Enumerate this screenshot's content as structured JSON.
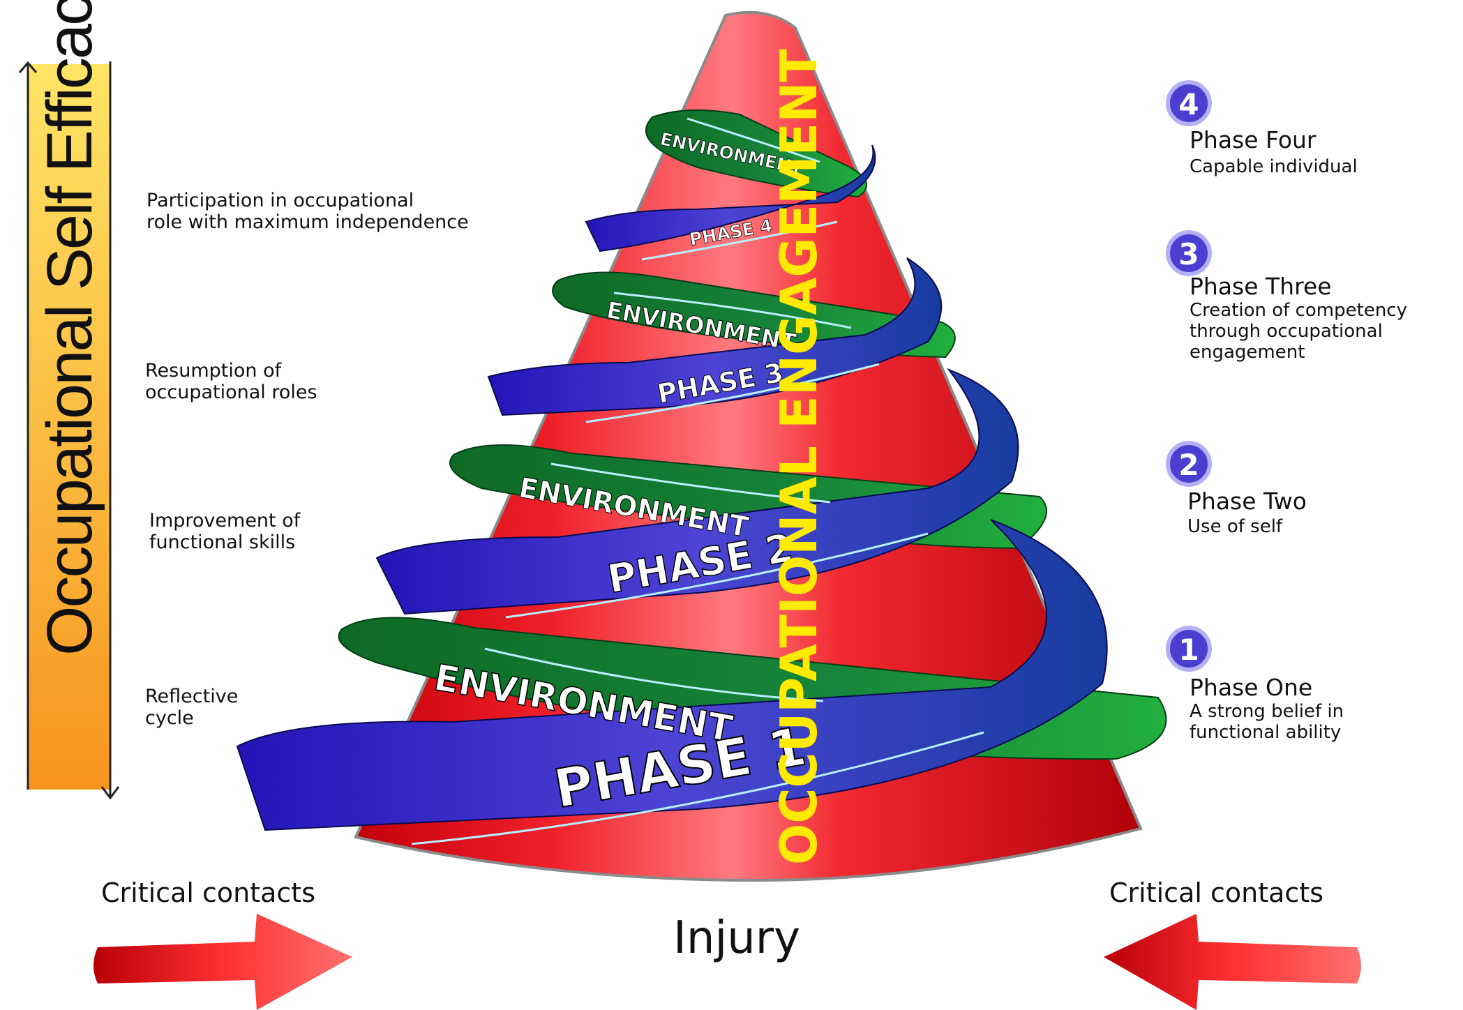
{
  "axis": {
    "label": "Occupational Self Efficacy"
  },
  "cone": {
    "label": "OCCUPATIONAL ENGAGEMENT"
  },
  "left_labels": [
    {
      "id": "phase4",
      "text": "Participation in occupational\nrole with maximum independence"
    },
    {
      "id": "phase3",
      "text": "Resumption of\noccupational roles"
    },
    {
      "id": "phase2",
      "text": "Improvement of\nfunctional skills"
    },
    {
      "id": "phase1",
      "text": "Reflective\ncycle"
    }
  ],
  "phases": [
    {
      "number": "4",
      "name": "Phase Four",
      "description": "Capable individual",
      "band_label": "PHASE 4",
      "environment_label": "ENVIRONMENT"
    },
    {
      "number": "3",
      "name": "Phase Three",
      "description": "Creation of competency\nthrough occupational\nengagement",
      "band_label": "PHASE 3",
      "environment_label": "ENVIRONMENT"
    },
    {
      "number": "2",
      "name": "Phase Two",
      "description": "Use of self",
      "band_label": "PHASE 2",
      "environment_label": "ENVIRONMENT"
    },
    {
      "number": "1",
      "name": "Phase One",
      "description": "A strong belief in\nfunctional ability",
      "band_label": "PHASE 1",
      "environment_label": "ENVIRONMENT"
    }
  ],
  "bottom": {
    "critical_left": "Critical contacts",
    "critical_right": "Critical contacts",
    "base": "Injury"
  },
  "colors": {
    "cone": "#e8121c",
    "phase_band": "#3b2fc0",
    "environment_band": "#137a2c",
    "cone_text": "#ffea00",
    "axis_top": "#ffe566",
    "axis_bottom": "#f7941d",
    "arrow": "#e8121c"
  }
}
